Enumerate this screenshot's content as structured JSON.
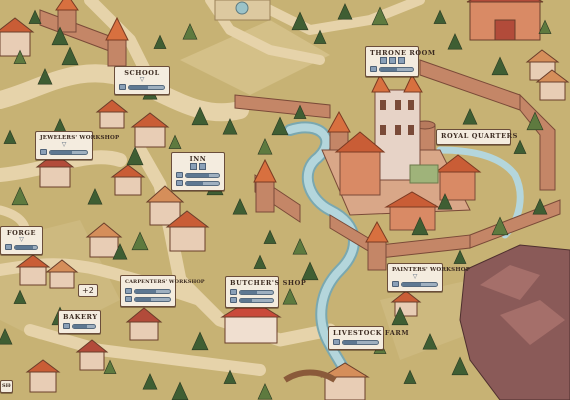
{
  "labels": {
    "school": {
      "title": "SCHOOL",
      "progress": 0.55
    },
    "throne_room": {
      "title": "THRONE ROOM",
      "progress": 0.5
    },
    "jewelers": {
      "title": "JEWELERS' WORKSHOP",
      "progress": 0.6
    },
    "royal_quarters": {
      "title": "ROYAL QUARTERS"
    },
    "inn": {
      "title": "INN",
      "progress1": 0.7,
      "progress2": 0.5
    },
    "forge": {
      "title": "FORGE",
      "progress": 0.8
    },
    "carpenters": {
      "title": "CARPENTERS' WORKSHOP",
      "progress1": 0.6,
      "progress2": 0.45
    },
    "butchers": {
      "title": "BUTCHER'S SHOP",
      "progress1": 0.5,
      "progress2": 0.35
    },
    "painters": {
      "title": "PAINTERS' WORKSHOP",
      "progress": 0.55
    },
    "bakery": {
      "title": "BAKERY",
      "progress": 0.65
    },
    "livestock": {
      "title": "LIVESTOCK FARM",
      "progress": 0.4
    },
    "shop": {
      "title": "SHOP"
    }
  },
  "badge_plus": "+2",
  "colors": {
    "grass": "#c9b478",
    "road": "#e2cfa6",
    "river": "#a9cfd6",
    "wall": "#c98a6a",
    "roof": "#d56c42",
    "tree": "#4a6a3a"
  }
}
